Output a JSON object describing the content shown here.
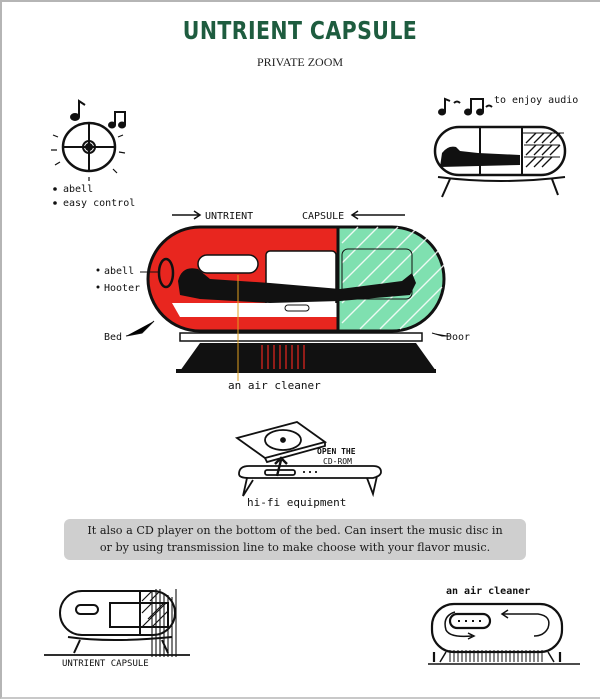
{
  "header": {
    "title": "UNTRIENT CAPSULE",
    "subtitle": "PRIVATE ZOOM"
  },
  "sketches": {
    "controller": {
      "bullets": [
        "abell",
        "easy control"
      ]
    },
    "audio": {
      "note": "to enjoy audio"
    },
    "main": {
      "heading_left": "UNTRIENT",
      "heading_right": "CAPSULE",
      "labels": {
        "abell": "abell",
        "heater": "Hooter",
        "bed": "Bed",
        "door": "Door",
        "air_cleaner": "an air cleaner"
      }
    },
    "hifi": {
      "note_line1": "OPEN THE",
      "note_line2": "CD-ROM",
      "label": "hi-fi equipment"
    },
    "bottom_left": {
      "label": "UNTRIENT CAPSULE"
    },
    "bottom_right": {
      "label": "an air cleaner"
    }
  },
  "caption": {
    "line1": "It also a CD player on the bottom of the bed. Can insert the music disc in",
    "line2": "or by using transmission line to make choose with your flavor music."
  },
  "colors": {
    "title": "#1e5c3f",
    "capsule_red": "#e8261f",
    "capsule_green": "#7fe0b0",
    "caption_bg": "#cfcfcf"
  }
}
